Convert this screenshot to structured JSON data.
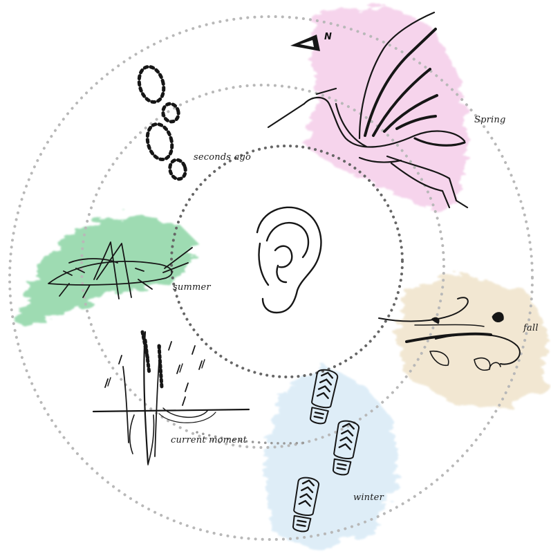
{
  "compass": {
    "label": "N",
    "icon": "north-arrow-icon"
  },
  "rings": [
    {
      "name": "current-moment-ring"
    },
    {
      "name": "seconds-ago-ring"
    },
    {
      "name": "seasons-ring"
    }
  ],
  "center": {
    "icon": "ear-icon"
  },
  "time_labels": {
    "seconds_ago": "seconds ago",
    "current_moment": "current moment"
  },
  "seasons": {
    "spring": {
      "label": "Spring",
      "icon": "crane-icon",
      "color": "#f3c6e6"
    },
    "summer": {
      "label": "summer",
      "icon": "grasshopper-icon",
      "color": "#86d3a0"
    },
    "fall": {
      "label": "fall",
      "icon": "wind-leaves-icon",
      "color": "#efe2c8"
    },
    "winter": {
      "label": "winter",
      "icon": "boot-prints-icon",
      "color": "#d6e9f6"
    }
  },
  "other_icons": [
    "footprints-icon",
    "reeds-rain-icon"
  ],
  "colors": {
    "ring": "#b8b8b8",
    "inner_ring": "#666666",
    "ink": "#161616"
  }
}
